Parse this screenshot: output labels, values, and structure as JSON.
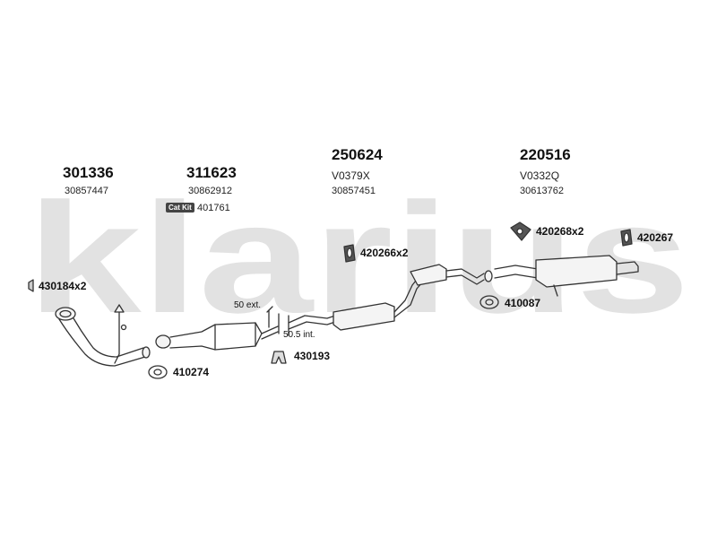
{
  "watermark": "klarius",
  "groups": [
    {
      "code": "301336",
      "oe": "30857447"
    },
    {
      "code": "311623",
      "oe": "30862912",
      "catkit_label": "Cat Kit",
      "catkit_code": "401761"
    },
    {
      "code": "250624",
      "ref": "V0379X",
      "oe": "30857451"
    },
    {
      "code": "220516",
      "ref": "V0332Q",
      "oe": "30613762"
    }
  ],
  "parts": {
    "p430184": "430184x2",
    "p410274": "410274",
    "p430193": "430193",
    "p420266": "420266x2",
    "p420268": "420268x2",
    "p420267": "420267",
    "p410087": "410087"
  },
  "notes": {
    "ext": "50 ext.",
    "int": "50.5 int."
  },
  "colors": {
    "watermark": "#e2e2e2",
    "line": "#333333",
    "fill": "#f4f4f4"
  }
}
